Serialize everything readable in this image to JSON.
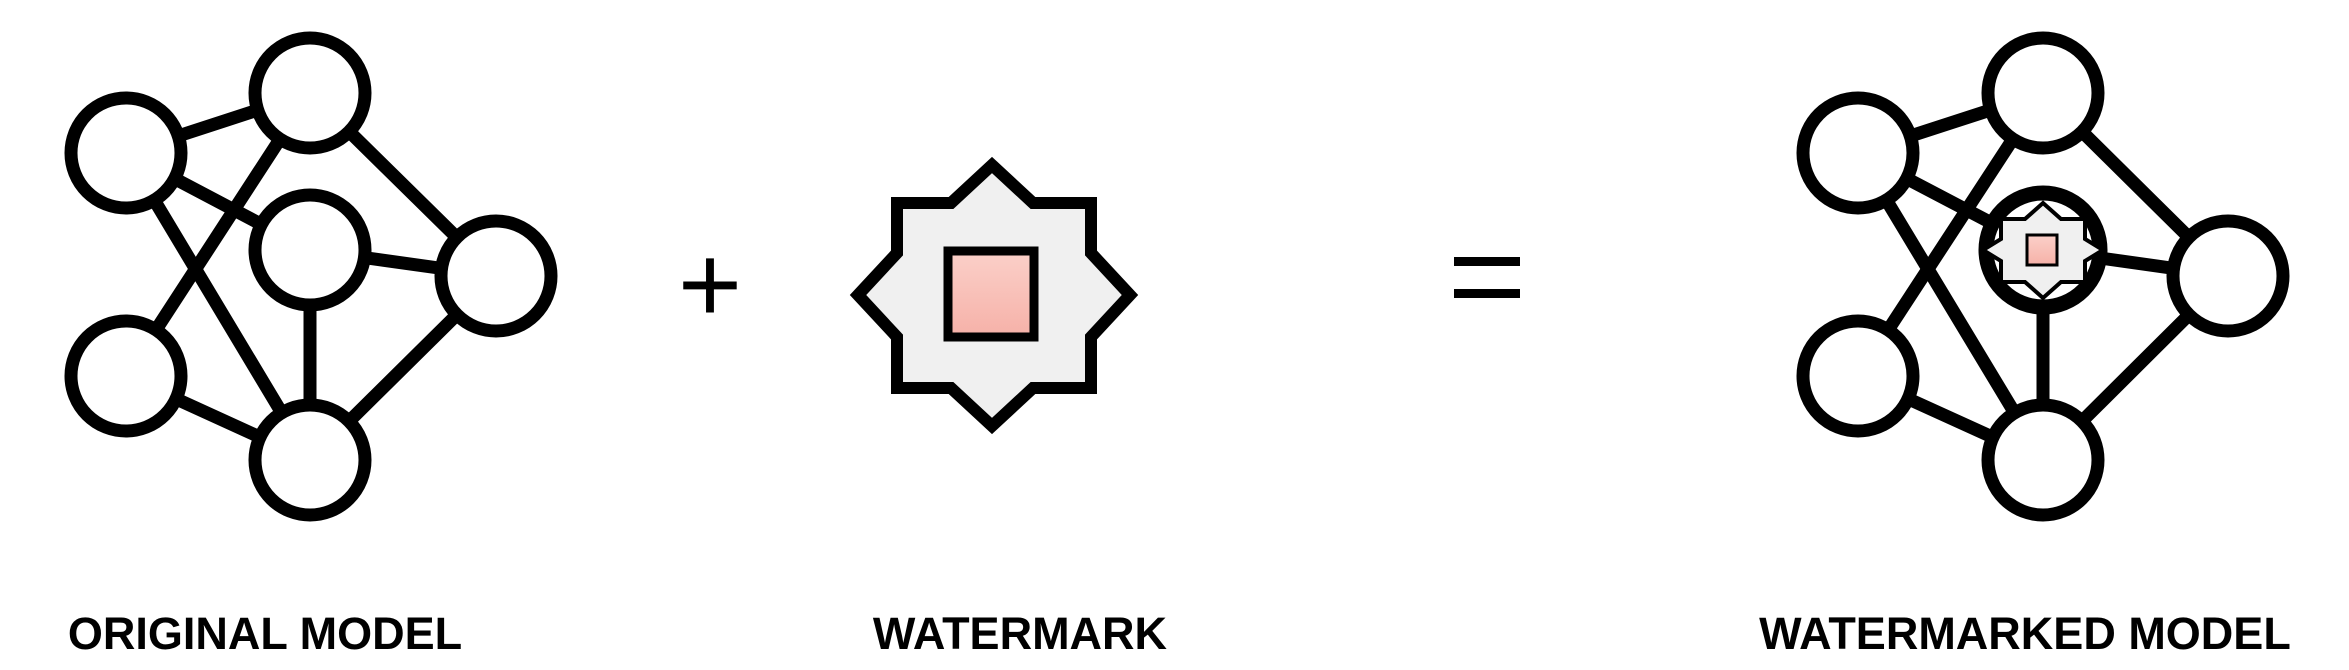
{
  "labels": {
    "original_model": "ORIGINAL MODEL",
    "watermark": "WATERMARK",
    "watermarked_model": "WATERMARKED MODEL"
  },
  "operators": {
    "plus": "+",
    "equals": "="
  },
  "colors": {
    "stroke": "#000000",
    "node_fill": "#ffffff",
    "star_fill": "#f0f0f0",
    "square_fill": "#f7b8b0"
  },
  "icons": {
    "original_model": "neural-network-icon",
    "watermark": "eight-point-star-icon",
    "watermarked_model": "watermarked-neural-network-icon"
  }
}
